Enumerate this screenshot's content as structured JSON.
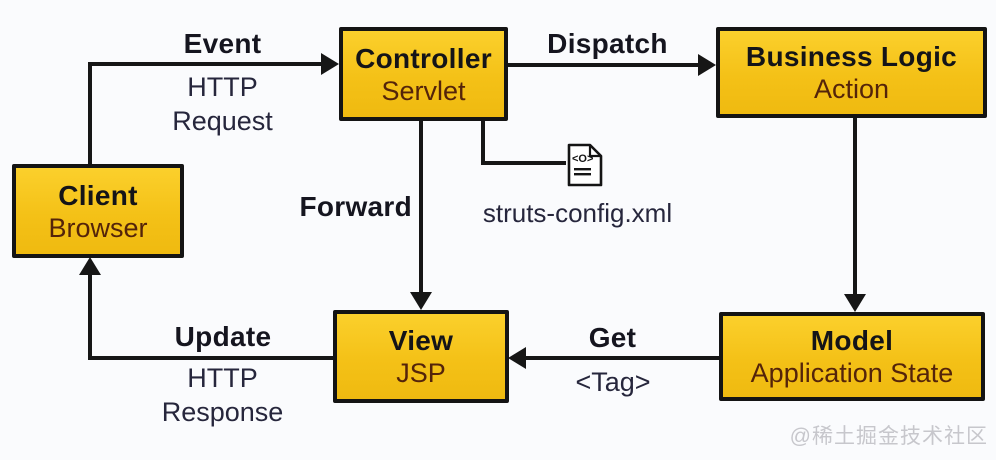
{
  "nodes": {
    "client": {
      "title": "Client",
      "subtitle": "Browser"
    },
    "controller": {
      "title": "Controller",
      "subtitle": "Servlet"
    },
    "business_logic": {
      "title": "Business Logic",
      "subtitle": "Action"
    },
    "view": {
      "title": "View",
      "subtitle": "JSP"
    },
    "model": {
      "title": "Model",
      "subtitle": "Application State"
    }
  },
  "edges": {
    "event": {
      "label": "Event",
      "sub_line1": "HTTP",
      "sub_line2": "Request"
    },
    "dispatch": {
      "label": "Dispatch"
    },
    "forward": {
      "label": "Forward"
    },
    "update": {
      "label": "Update",
      "sub_line1": "HTTP",
      "sub_line2": "Response"
    },
    "get": {
      "label": "Get",
      "sub": "<Tag>"
    }
  },
  "config_file": {
    "label": "struts-config.xml",
    "icon": "xml-file-icon",
    "icon_glyph": "<O>"
  },
  "watermark": "@稀土掘金技术社区",
  "colors": {
    "node_fill": "#f4c117",
    "node_border": "#141414",
    "connector": "#161616",
    "title_text": "#141418",
    "subtitle_text": "#54240a",
    "label_text": "#15151f",
    "sublabel_text": "#26263c",
    "watermark_text": "#c7c7cc",
    "background": "#fafbfd"
  }
}
